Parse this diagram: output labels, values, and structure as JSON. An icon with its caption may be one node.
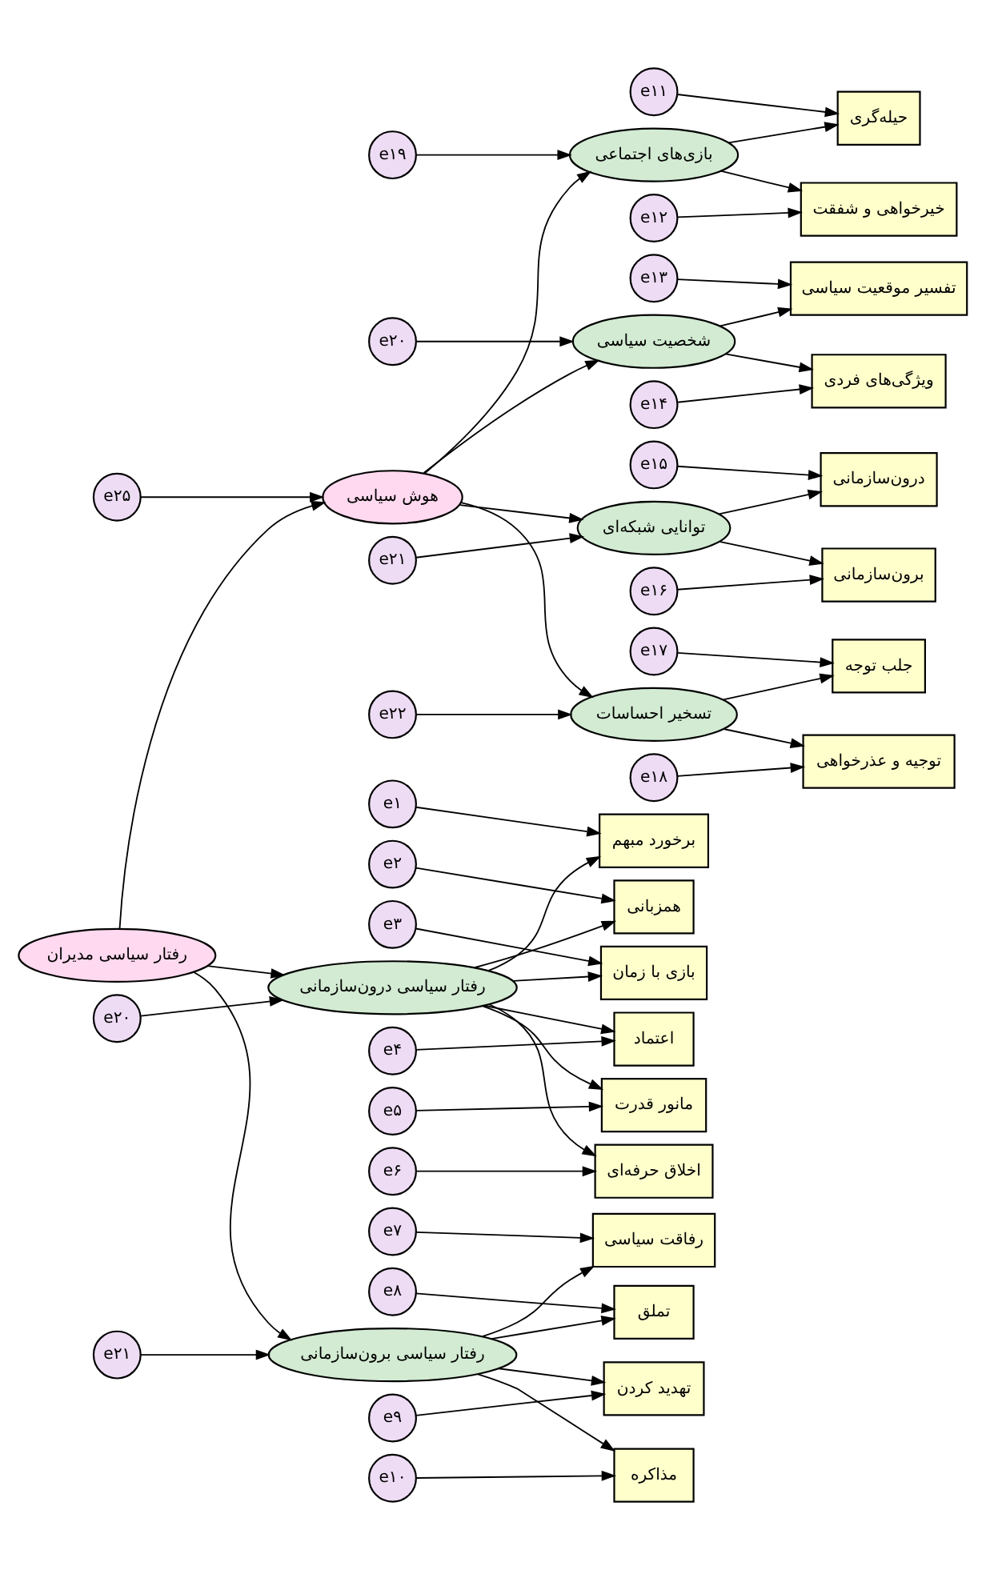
{
  "diagram": {
    "nodes": [
      {
        "text": [
          "رفتار سیاسی مدیران"
        ]
      },
      {
        "text": [
          "هوش سیاسی"
        ]
      },
      {
        "text": [
          "بازی‌های اجتماعی"
        ]
      },
      {
        "text": [
          "شخصیت سیاسی"
        ]
      },
      {
        "text": [
          "توانایی شبکه‌ای"
        ]
      },
      {
        "text": [
          "تسخیر احساسات"
        ]
      },
      {
        "text": [
          "رفتار سیاسی درون‌سازمانی"
        ]
      },
      {
        "text": [
          "رفتار سیاسی برون‌سازمانی"
        ]
      },
      {
        "text": [
          "حیله‌گری"
        ]
      },
      {
        "text": [
          "خیرخواهی و شفقت"
        ]
      },
      {
        "text": [
          "تفسیر موقعیت سیاسی"
        ]
      },
      {
        "text": [
          "ویژگی‌های فردی"
        ]
      },
      {
        "text": [
          "درون‌سازمانی"
        ]
      },
      {
        "text": [
          "برون‌سازمانی"
        ]
      },
      {
        "text": [
          "جلب توجه"
        ]
      },
      {
        "text": [
          "توجیه و عذرخواهی"
        ]
      },
      {
        "text": [
          "برخورد مبهم"
        ]
      },
      {
        "text": [
          "همزبانی"
        ]
      },
      {
        "text": [
          "بازی با زمان"
        ]
      },
      {
        "text": [
          "اعتماد"
        ]
      },
      {
        "text": [
          "مانور قدرت"
        ]
      },
      {
        "text": [
          "اخلاق حرفه‌ای"
        ]
      },
      {
        "text": [
          "رفاقت سیاسی"
        ]
      },
      {
        "text": [
          "تملق"
        ]
      },
      {
        "text": [
          "تهدید کردن"
        ]
      },
      {
        "text": [
          "مذاکره"
        ]
      },
      {
        "text": [
          "e۱"
        ]
      },
      {
        "text": [
          "e۲"
        ]
      },
      {
        "text": [
          "e۳"
        ]
      },
      {
        "text": [
          "e۴"
        ]
      },
      {
        "text": [
          "e۵"
        ]
      },
      {
        "text": [
          "e۶"
        ]
      },
      {
        "text": [
          "e۷"
        ]
      },
      {
        "text": [
          "e۸"
        ]
      },
      {
        "text": [
          "e۹"
        ]
      },
      {
        "text": [
          "e۱۰"
        ]
      },
      {
        "text": [
          "e۱۱"
        ]
      },
      {
        "text": [
          "e۱۲"
        ]
      },
      {
        "text": [
          "e۱۳"
        ]
      },
      {
        "text": [
          "e۱۴"
        ]
      },
      {
        "text": [
          "e۱۵"
        ]
      },
      {
        "text": [
          "e۱۶"
        ]
      },
      {
        "text": [
          "e۱۷"
        ]
      },
      {
        "text": [
          "e۱۸"
        ]
      },
      {
        "text": [
          "e۱۹"
        ]
      },
      {
        "text": [
          "e۲۰"
        ]
      },
      {
        "text": [
          "e۲۱"
        ]
      },
      {
        "text": [
          "e۲۲"
        ]
      },
      {
        "text": [
          "e۲۰"
        ]
      },
      {
        "text": [
          "e۲۱"
        ]
      },
      {
        "text": [
          "e۲۵"
        ]
      }
    ],
    "edges": [
      {
        "from": 0,
        "to": 1,
        "arrow": "to"
      },
      {
        "from": 0,
        "to": 6,
        "arrow": "to"
      },
      {
        "from": 0,
        "to": 7,
        "arrow": "to"
      },
      {
        "from": 1,
        "to": 2,
        "arrow": "to"
      },
      {
        "from": 1,
        "to": 3,
        "arrow": "to"
      },
      {
        "from": 1,
        "to": 4,
        "arrow": "to"
      },
      {
        "from": 1,
        "to": 5,
        "arrow": "to"
      },
      {
        "from": 2,
        "to": 8,
        "arrow": "to"
      },
      {
        "from": 2,
        "to": 9,
        "arrow": "to"
      },
      {
        "from": 3,
        "to": 10,
        "arrow": "to"
      },
      {
        "from": 3,
        "to": 11,
        "arrow": "to"
      },
      {
        "from": 4,
        "to": 12,
        "arrow": "to"
      },
      {
        "from": 4,
        "to": 13,
        "arrow": "to"
      },
      {
        "from": 5,
        "to": 14,
        "arrow": "to"
      },
      {
        "from": 5,
        "to": 15,
        "arrow": "to"
      },
      {
        "from": 6,
        "to": 16,
        "arrow": "to"
      },
      {
        "from": 6,
        "to": 17,
        "arrow": "to"
      },
      {
        "from": 6,
        "to": 18,
        "arrow": "to"
      },
      {
        "from": 6,
        "to": 19,
        "arrow": "to"
      },
      {
        "from": 6,
        "to": 20,
        "arrow": "to"
      },
      {
        "from": 6,
        "to": 21,
        "arrow": "to"
      },
      {
        "from": 7,
        "to": 22,
        "arrow": "to"
      },
      {
        "from": 7,
        "to": 23,
        "arrow": "to"
      },
      {
        "from": 7,
        "to": 24,
        "arrow": "to"
      },
      {
        "from": 7,
        "to": 25,
        "arrow": "to"
      },
      {
        "from": 26,
        "to": 16,
        "arrow": "to"
      },
      {
        "from": 27,
        "to": 17,
        "arrow": "to"
      },
      {
        "from": 28,
        "to": 18,
        "arrow": "to"
      },
      {
        "from": 29,
        "to": 19,
        "arrow": "to"
      },
      {
        "from": 30,
        "to": 20,
        "arrow": "to"
      },
      {
        "from": 31,
        "to": 21,
        "arrow": "to"
      },
      {
        "from": 32,
        "to": 22,
        "arrow": "to"
      },
      {
        "from": 33,
        "to": 23,
        "arrow": "to"
      },
      {
        "from": 34,
        "to": 24,
        "arrow": "to"
      },
      {
        "from": 35,
        "to": 25,
        "arrow": "to"
      },
      {
        "from": 36,
        "to": 8,
        "arrow": "to"
      },
      {
        "from": 37,
        "to": 9,
        "arrow": "to"
      },
      {
        "from": 38,
        "to": 10,
        "arrow": "to"
      },
      {
        "from": 39,
        "to": 11,
        "arrow": "to"
      },
      {
        "from": 40,
        "to": 12,
        "arrow": "to"
      },
      {
        "from": 41,
        "to": 13,
        "arrow": "to"
      },
      {
        "from": 42,
        "to": 14,
        "arrow": "to"
      },
      {
        "from": 43,
        "to": 15,
        "arrow": "to"
      },
      {
        "from": 44,
        "to": 2,
        "arrow": "to"
      },
      {
        "from": 45,
        "to": 3,
        "arrow": "to"
      },
      {
        "from": 46,
        "to": 4,
        "arrow": "to"
      },
      {
        "from": 47,
        "to": 5,
        "arrow": "to"
      },
      {
        "from": 48,
        "to": 6,
        "arrow": "to"
      },
      {
        "from": 49,
        "to": 7,
        "arrow": "to"
      },
      {
        "from": 50,
        "to": 1,
        "arrow": "to"
      }
    ]
  }
}
